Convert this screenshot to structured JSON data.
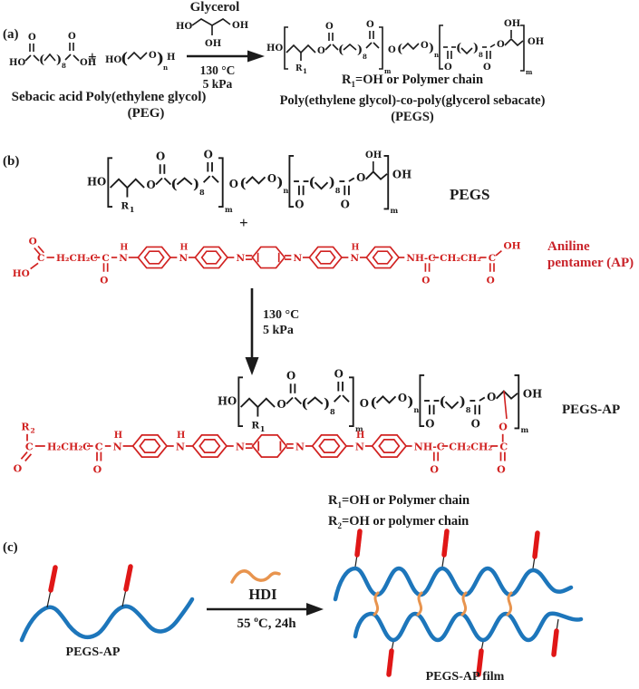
{
  "colors": {
    "red": "#d12221",
    "blue": "#1d76bb",
    "orange": "#e8944e",
    "black": "#1b1b1b"
  },
  "tokens": {
    "O": "O",
    "HO": "HO",
    "OH": "OH",
    "H": "H",
    "N": "N",
    "C": "C",
    "NHC": "NH-C",
    "H2CH2C": "H₂CH₂C",
    "CH2CH2": "CH₂CH₂",
    "R": "R",
    "sub1": "1",
    "sub2": "2",
    "sub8": "8",
    "subm": "m",
    "subn": "n",
    "plus": "+",
    "lp": "(",
    "rp": ")"
  },
  "section_a": {
    "label": "(a)",
    "reactant1_caption": "Sebacic acid",
    "reactant2_caption_line1": "Poly(ethylene glycol)",
    "reactant2_caption_line2": "(PEG)",
    "catalyst": "Glycerol",
    "cond_temp": "130 °C",
    "cond_pressure": "5 kPa",
    "product_r1_rest": "=OH or Polymer chain",
    "product_caption_line1": "Poly(ethylene glycol)-co-poly(glycerol sebacate)",
    "product_caption_line2": "(PEGS)"
  },
  "section_b": {
    "label": "(b)",
    "reactant1_label": "PEGS",
    "reactant2_label_line1": "Aniline",
    "reactant2_label_line2": "pentamer (AP)",
    "cond_temp": "130 °C",
    "cond_pressure": "5 kPa",
    "product_label": "PEGS-AP",
    "r1_rest": "=OH or Polymer chain",
    "r2_rest": "=OH or polymer chain"
  },
  "section_c": {
    "label": "(c)",
    "reactant_caption": "PEGS-AP",
    "crosslinker_label": "HDI",
    "cond_pre": "55 ",
    "cond_sup": "o",
    "cond_post": "C, 24h",
    "product_caption": "PEGS-AP film"
  }
}
